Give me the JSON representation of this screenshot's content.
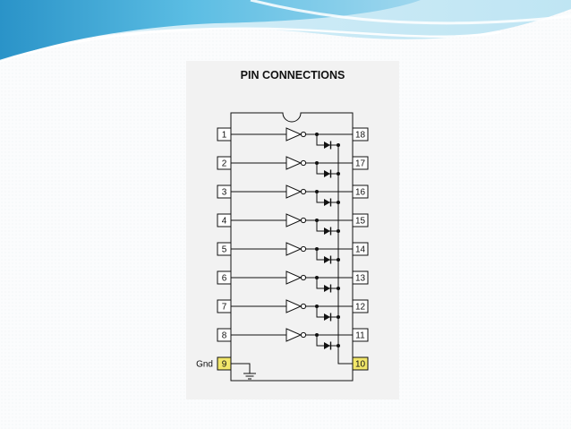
{
  "slide": {
    "title": "PIN CONNECTIONS"
  },
  "chip": {
    "left_pins": [
      "1",
      "2",
      "3",
      "4",
      "5",
      "6",
      "7",
      "8",
      "9"
    ],
    "right_pins": [
      "18",
      "17",
      "16",
      "15",
      "14",
      "13",
      "12",
      "11",
      "10"
    ],
    "gnd_label": "Gnd",
    "highlight_pins": [
      "9",
      "10"
    ],
    "highlight_color": "#f2e76a",
    "gate_symbol": "inverter-with-clamp-diode",
    "ground_symbol": "ground-icon"
  },
  "colors": {
    "swoosh_light": "#bfe5f3",
    "swoosh_mid": "#5bbde3",
    "swoosh_dark": "#2a93c8",
    "line": "#111111"
  }
}
